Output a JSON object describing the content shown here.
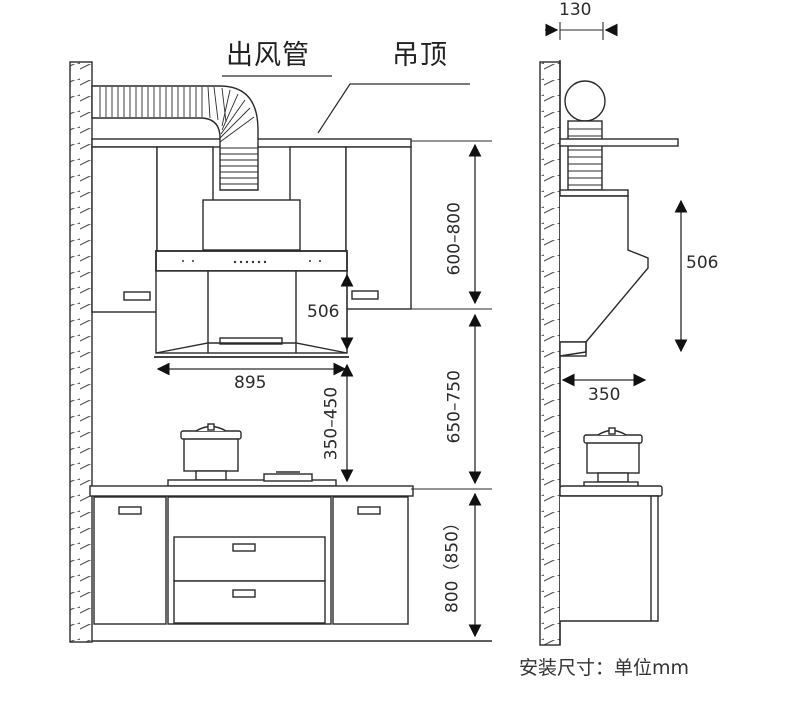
{
  "labels": {
    "duct": "出风管",
    "ceiling": "吊顶",
    "unit_note": "安装尺寸：单位mm"
  },
  "dimensions": {
    "duct_diameter": "130",
    "hood_width": "895",
    "hood_height_front": "506",
    "hood_height_side": "506",
    "hood_depth": "350",
    "cabinet_height": "600–800",
    "counter_to_cabinet": "650–750",
    "counter_to_hood": "350–450",
    "counter_height": "800（850）"
  },
  "colors": {
    "line": "#2a2a2a",
    "accent": "#8a8a8a"
  }
}
